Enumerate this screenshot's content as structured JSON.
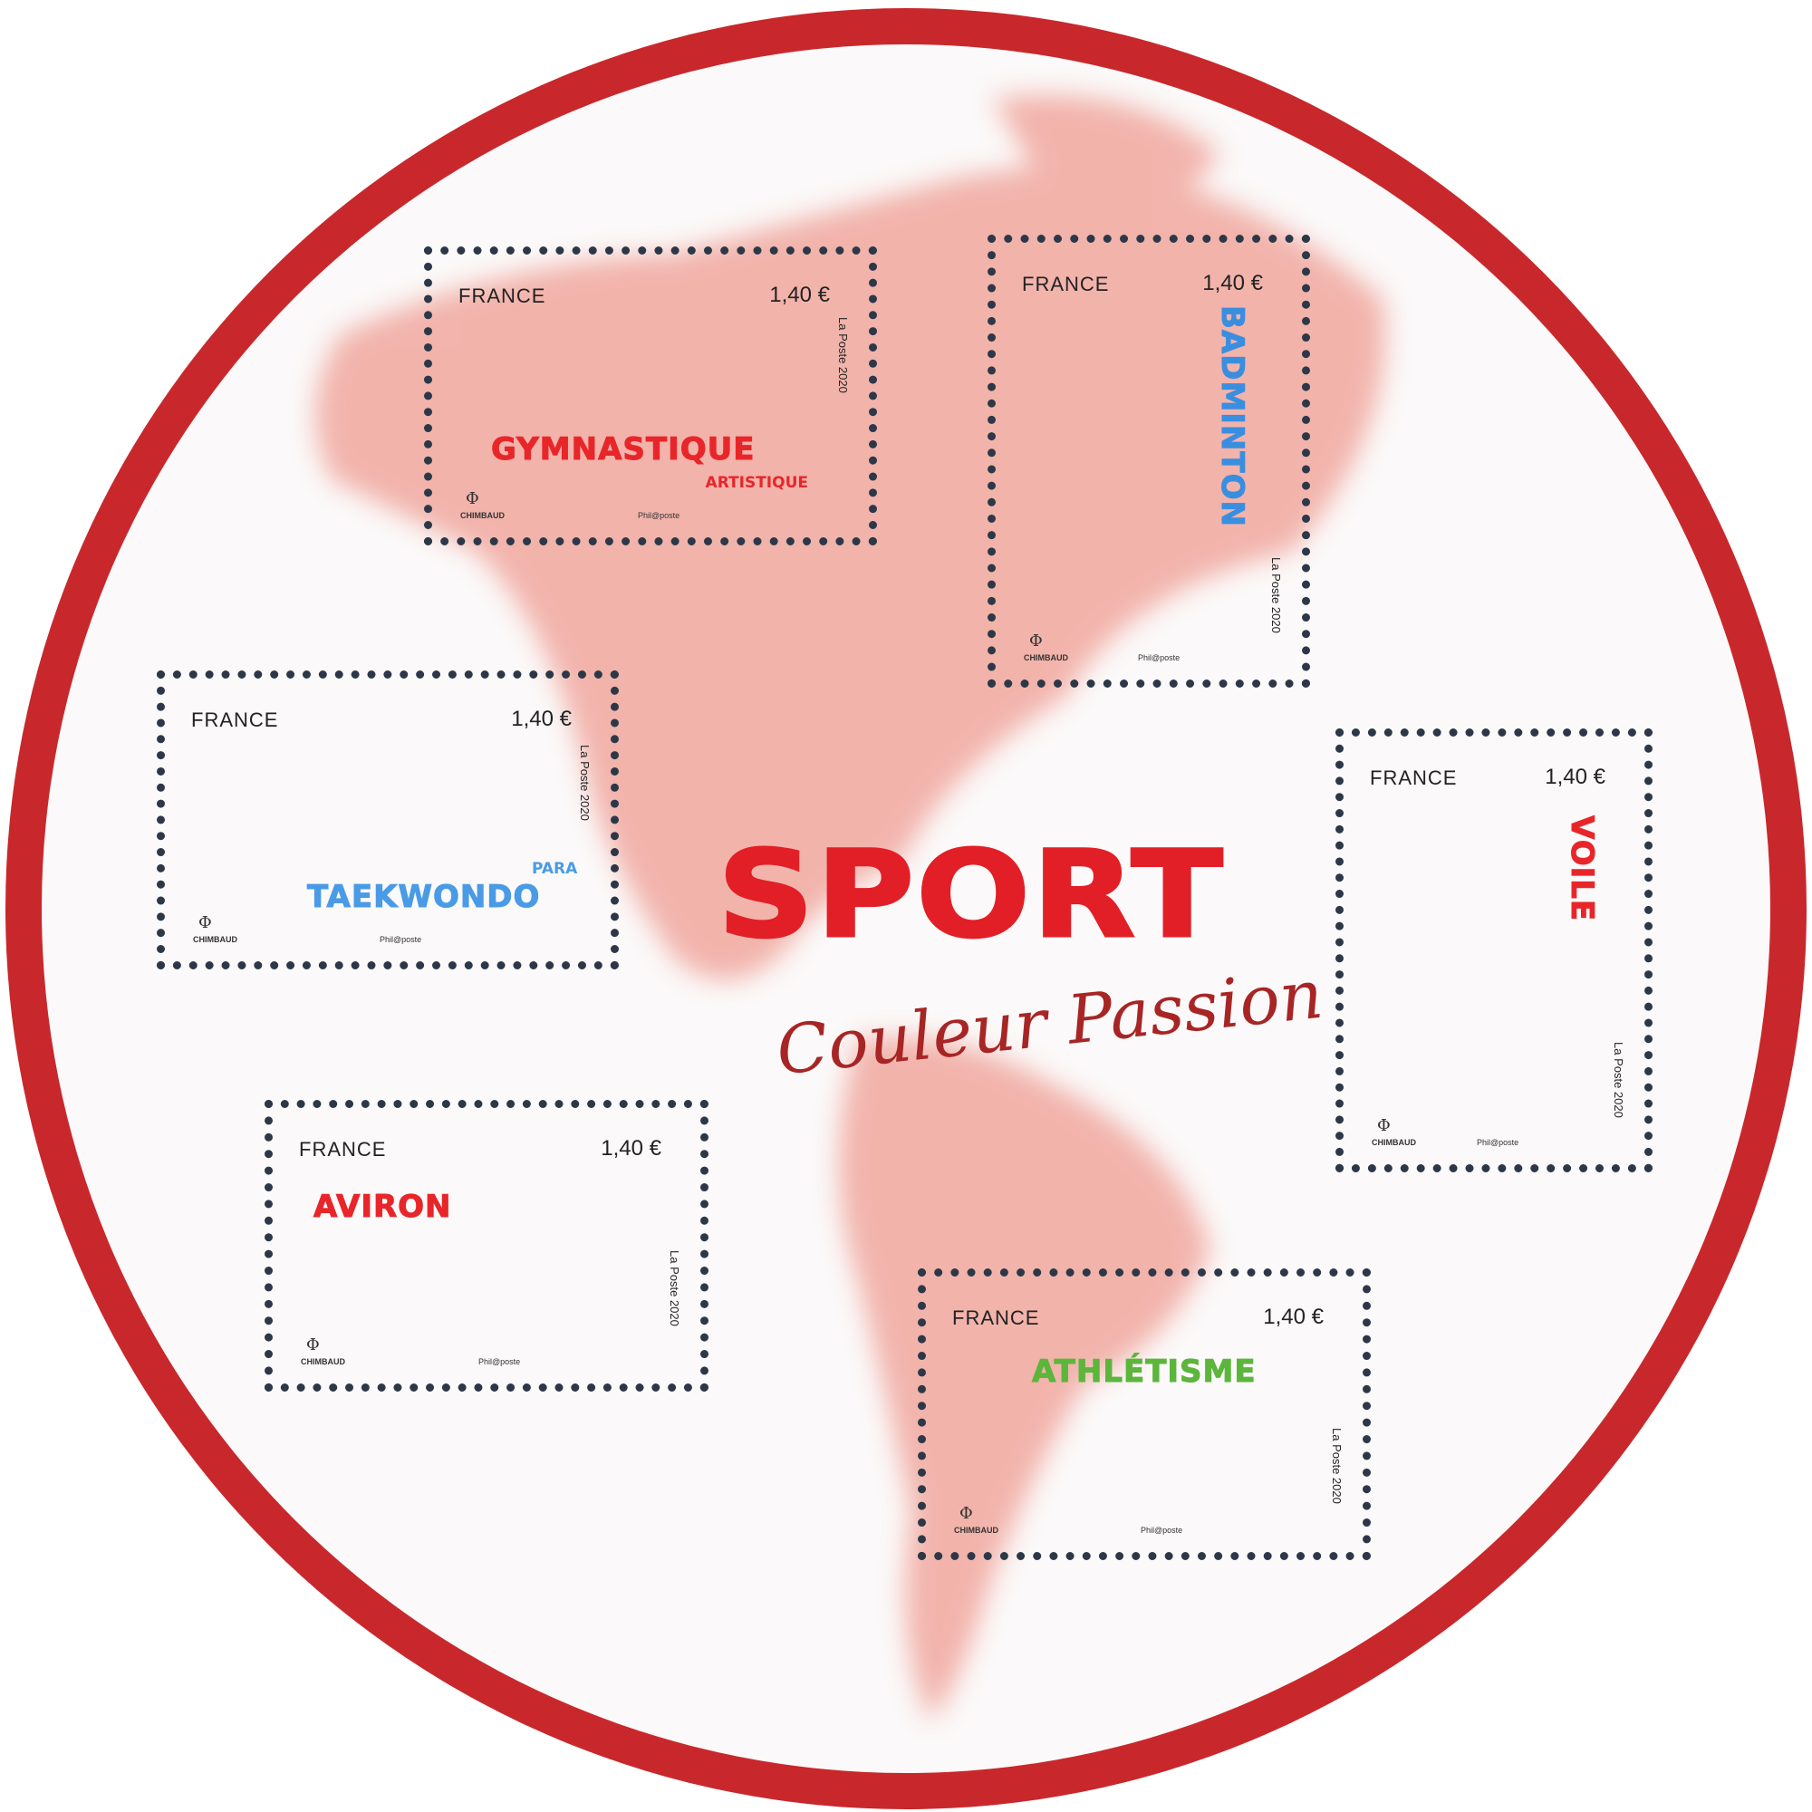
{
  "sheet": {
    "title": "SPORT",
    "tagline": "Couleur Passion",
    "colors": {
      "ring": "#c8282c",
      "title": "#e21f26",
      "tagline": "#a82525",
      "map": "#ef9c92",
      "perforation": "#2c3848"
    }
  },
  "stamps": [
    {
      "country": "FRANCE",
      "value": "1,40 €",
      "title": "GYMNASTIQUE",
      "subtitle": "ARTISTIQUE",
      "imprint": "La Poste 2020",
      "designer": "CHIMBAUD",
      "printer": "Phil@poste",
      "title_color": "#e8262a"
    },
    {
      "country": "FRANCE",
      "value": "1,40 €",
      "title": "BADMINTON",
      "subtitle": "",
      "imprint": "La Poste 2020",
      "designer": "CHIMBAUD",
      "printer": "Phil@poste",
      "title_color": "#3a8ee0"
    },
    {
      "country": "FRANCE",
      "value": "1,40 €",
      "title": "TAEKWONDO",
      "subtitle": "PARA",
      "imprint": "La Poste 2020",
      "designer": "CHIMBAUD",
      "printer": "Phil@poste",
      "title_color": "#4a9be6"
    },
    {
      "country": "FRANCE",
      "value": "1,40 €",
      "title": "VOILE",
      "subtitle": "",
      "imprint": "La Poste 2020",
      "designer": "CHIMBAUD",
      "printer": "Phil@poste",
      "title_color": "#e8262a"
    },
    {
      "country": "FRANCE",
      "value": "1,40 €",
      "title": "AVIRON",
      "subtitle": "",
      "imprint": "La Poste 2020",
      "designer": "CHIMBAUD",
      "printer": "Phil@poste",
      "title_color": "#e8262a"
    },
    {
      "country": "FRANCE",
      "value": "1,40 €",
      "title": "ATHLÉTISME",
      "subtitle": "",
      "imprint": "La Poste 2020",
      "designer": "CHIMBAUD",
      "printer": "Phil@poste",
      "title_color": "#5bb63b"
    }
  ]
}
